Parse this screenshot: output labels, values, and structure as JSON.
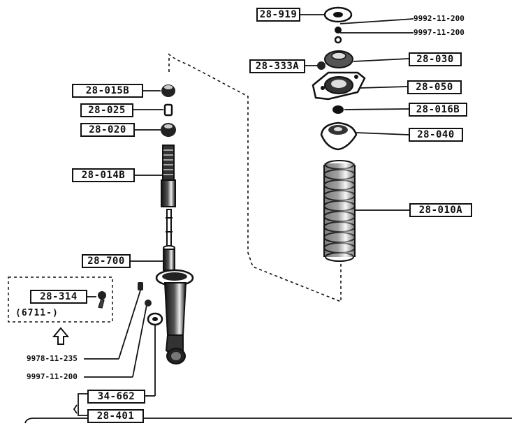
{
  "labels": {
    "l28_919": "28-919",
    "l28_333a": "28-333A",
    "l28_030": "28-030",
    "l28_050": "28-050",
    "l28_016b": "28-016B",
    "l28_040": "28-040",
    "l28_010a": "28-010A",
    "l28_015b": "28-015B",
    "l28_025": "28-025",
    "l28_020": "28-020",
    "l28_014b": "28-014B",
    "l28_700": "28-700",
    "l28_314": "28-314",
    "l34_662": "34-662",
    "l28_401": "28-401"
  },
  "texts": {
    "t9992": "9992-11-200",
    "t9997a": "9997-11-200",
    "t9978": "9978-11-235",
    "t9997b": "9997-11-200",
    "note6711": "(6711-)"
  }
}
